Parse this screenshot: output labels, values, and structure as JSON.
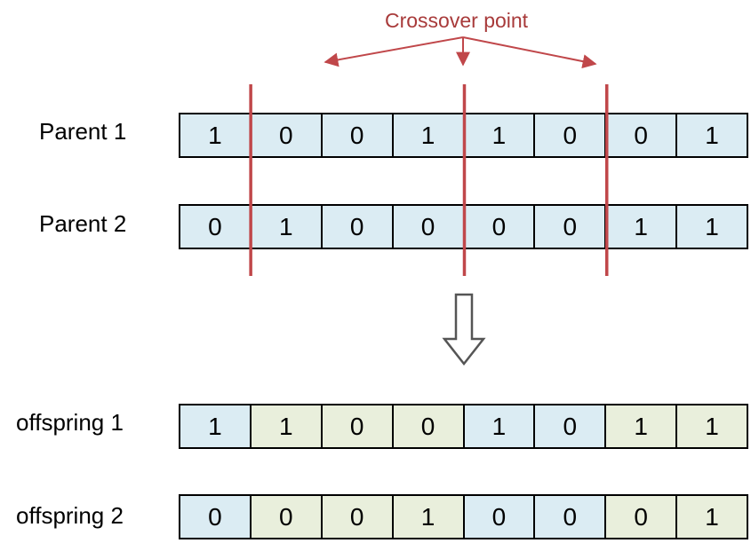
{
  "colors": {
    "parent_cell": "#dbecf3",
    "swap_cell": "#e9efdc",
    "crossover_line": "#c0474a",
    "crossover_text": "#a83a3a",
    "arrow": "#555555"
  },
  "annotation": {
    "title": "Crossover point"
  },
  "rows": [
    {
      "label": "Parent 1",
      "bits": [
        "1",
        "0",
        "0",
        "1",
        "1",
        "0",
        "0",
        "1"
      ],
      "fills": [
        "p",
        "p",
        "p",
        "p",
        "p",
        "p",
        "p",
        "p"
      ]
    },
    {
      "label": "Parent 2",
      "bits": [
        "0",
        "1",
        "0",
        "0",
        "0",
        "0",
        "1",
        "1"
      ],
      "fills": [
        "p",
        "p",
        "p",
        "p",
        "p",
        "p",
        "p",
        "p"
      ]
    },
    {
      "label": "offspring 1",
      "bits": [
        "1",
        "1",
        "0",
        "0",
        "1",
        "0",
        "1",
        "1"
      ],
      "fills": [
        "p",
        "s",
        "s",
        "s",
        "p",
        "p",
        "s",
        "s"
      ]
    },
    {
      "label": "offspring 2",
      "bits": [
        "0",
        "0",
        "0",
        "1",
        "0",
        "0",
        "0",
        "1"
      ],
      "fills": [
        "p",
        "s",
        "s",
        "s",
        "p",
        "p",
        "s",
        "s"
      ]
    }
  ],
  "crossover_points": [
    1,
    4,
    6
  ],
  "icons": {
    "down_arrow": "hollow-down-arrow-icon"
  }
}
